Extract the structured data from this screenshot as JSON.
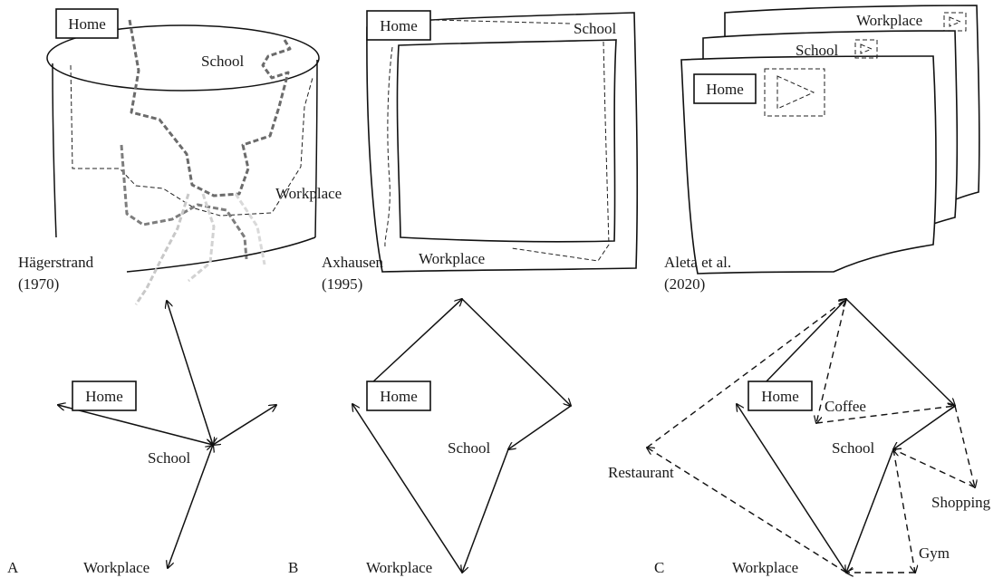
{
  "panels": {
    "A": {
      "panel_label": "A",
      "citation_name": "Hägerstrand",
      "citation_year": "(1970)",
      "top": {
        "home": "Home",
        "school": "School",
        "workplace": "Workplace"
      },
      "bottom": {
        "home": "Home",
        "school": "School",
        "workplace": "Workplace"
      }
    },
    "B": {
      "panel_label": "B",
      "citation_name": "Axhausen",
      "citation_year": "(1995)",
      "top": {
        "home": "Home",
        "school": "School",
        "workplace": "Workplace"
      },
      "bottom": {
        "home": "Home",
        "school": "School",
        "workplace": "Workplace"
      }
    },
    "C": {
      "panel_label": "C",
      "citation_name": "Aleta et al.",
      "citation_year": "(2020)",
      "top": {
        "home": "Home",
        "school": "School",
        "workplace": "Workplace"
      },
      "bottom": {
        "home": "Home",
        "coffee": "Coffee",
        "school": "School",
        "restaurant": "Restaurant",
        "shopping": "Shopping",
        "workplace": "Workplace",
        "gym": "Gym"
      }
    }
  },
  "colors": {
    "ink": "#111111",
    "trail_dark": "#6b6b6b",
    "trail_light": "#c8c8c8"
  }
}
